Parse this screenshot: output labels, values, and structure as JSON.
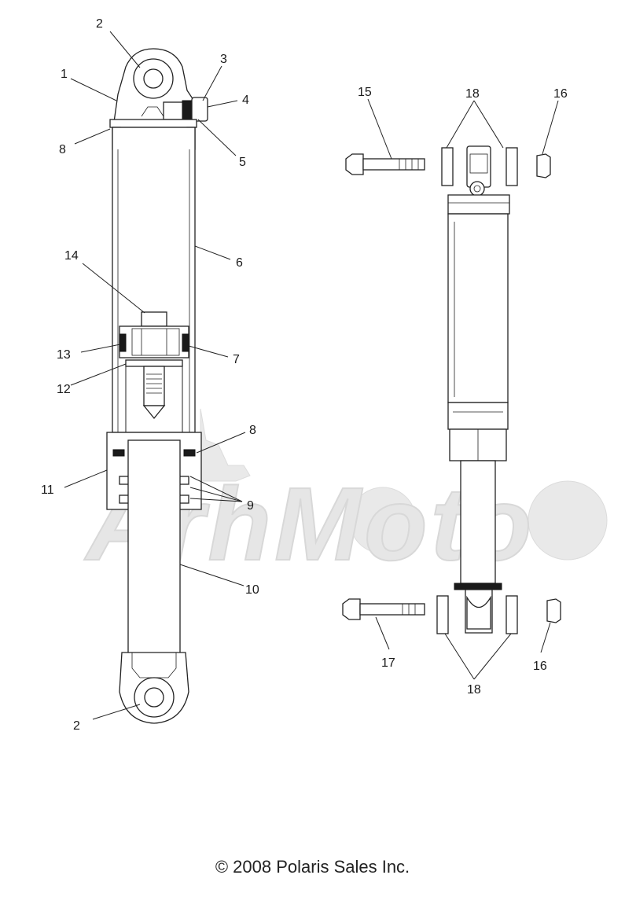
{
  "watermark": {
    "text": "ArhMoto"
  },
  "copyright": "© 2008 Polaris Sales Inc.",
  "callouts": [
    "1",
    "2",
    "2",
    "3",
    "4",
    "5",
    "6",
    "7",
    "8",
    "8",
    "9",
    "10",
    "11",
    "12",
    "13",
    "14",
    "15",
    "16",
    "16",
    "17",
    "18",
    "18"
  ]
}
